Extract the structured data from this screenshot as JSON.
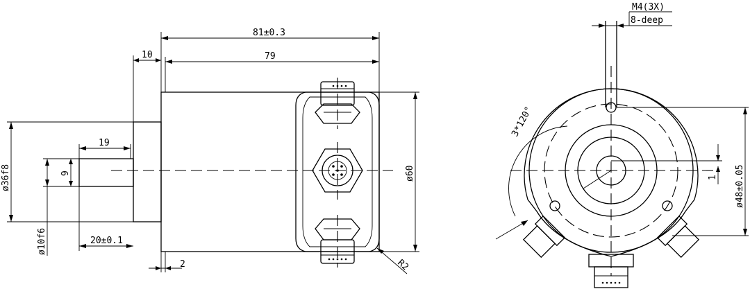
{
  "side_view": {
    "dimensions": {
      "overall_length": "81±0.3",
      "body_length": "79",
      "flange_thickness": "10",
      "shaft_length": "19",
      "shaft_flat": "9",
      "pilot_length": "20±0.1",
      "rim": "2",
      "pilot_diameter": "ø36f8",
      "shaft_diameter": "ø10f6",
      "body_diameter": "ø60",
      "radius": "R2"
    }
  },
  "front_view": {
    "dimensions": {
      "thread": "M4(3X)",
      "depth": "8-deep",
      "angle": "3*120°",
      "bolt_circle": "ø48±0.05",
      "offset": "1"
    }
  }
}
